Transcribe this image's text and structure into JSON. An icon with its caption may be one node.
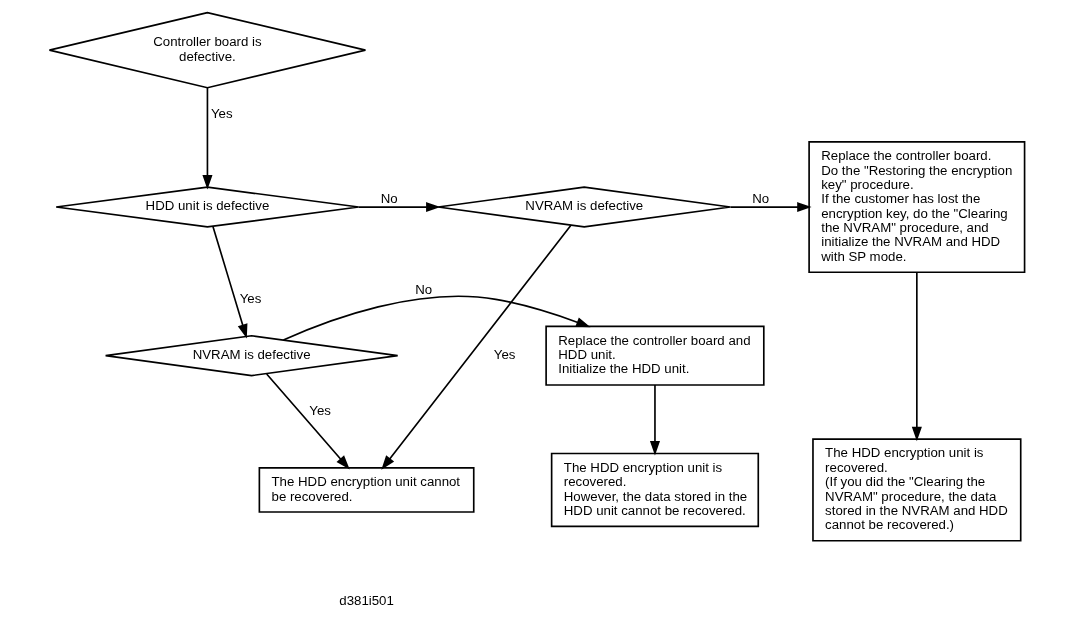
{
  "diagram": {
    "nodes": [
      {
        "text": [
          "Controller board is defective."
        ]
      },
      {
        "text": [
          "HDD unit is defective"
        ]
      },
      {
        "text": [
          "NVRAM is defective"
        ]
      },
      {
        "text": [
          "Replace the controller board.",
          "Do the \"Restoring the encryption key\" procedure.",
          "If the customer has lost the encryption key, do the \"Clearing the NVRAM\" procedure, and initialize the NVRAM and HDD with SP mode."
        ]
      },
      {
        "text": [
          "NVRAM is defective"
        ]
      },
      {
        "text": [
          "Replace the controller board and HDD unit.",
          "Initialize the HDD unit."
        ]
      },
      {
        "text": [
          "The HDD encryption unit cannot be recovered."
        ]
      },
      {
        "text": [
          "The HDD encryption unit is recovered.",
          "However, the data stored in the HDD unit cannot be recovered."
        ]
      },
      {
        "text": [
          "The HDD encryption unit is recovered.",
          "(If you did the \"Clearing the NVRAM\" procedure, the data stored in the NVRAM and HDD cannot be recovered.)"
        ]
      }
    ],
    "edges": [
      {
        "from": 0,
        "to": 1,
        "label": "Yes",
        "arrow": "to"
      },
      {
        "from": 1,
        "to": 2,
        "label": "No",
        "arrow": "to"
      },
      {
        "from": 2,
        "to": 3,
        "label": "No",
        "arrow": "to"
      },
      {
        "from": 1,
        "to": 4,
        "label": "Yes",
        "arrow": "to"
      },
      {
        "from": 4,
        "to": 5,
        "label": "No",
        "arrow": "to"
      },
      {
        "from": 2,
        "to": 6,
        "label": "Yes",
        "arrow": "to"
      },
      {
        "from": 4,
        "to": 6,
        "label": "Yes",
        "arrow": "to"
      },
      {
        "from": 5,
        "to": 7,
        "arrow": "to"
      },
      {
        "from": 3,
        "to": 8,
        "arrow": "to"
      }
    ],
    "labels": [
      "d381i501"
    ]
  }
}
